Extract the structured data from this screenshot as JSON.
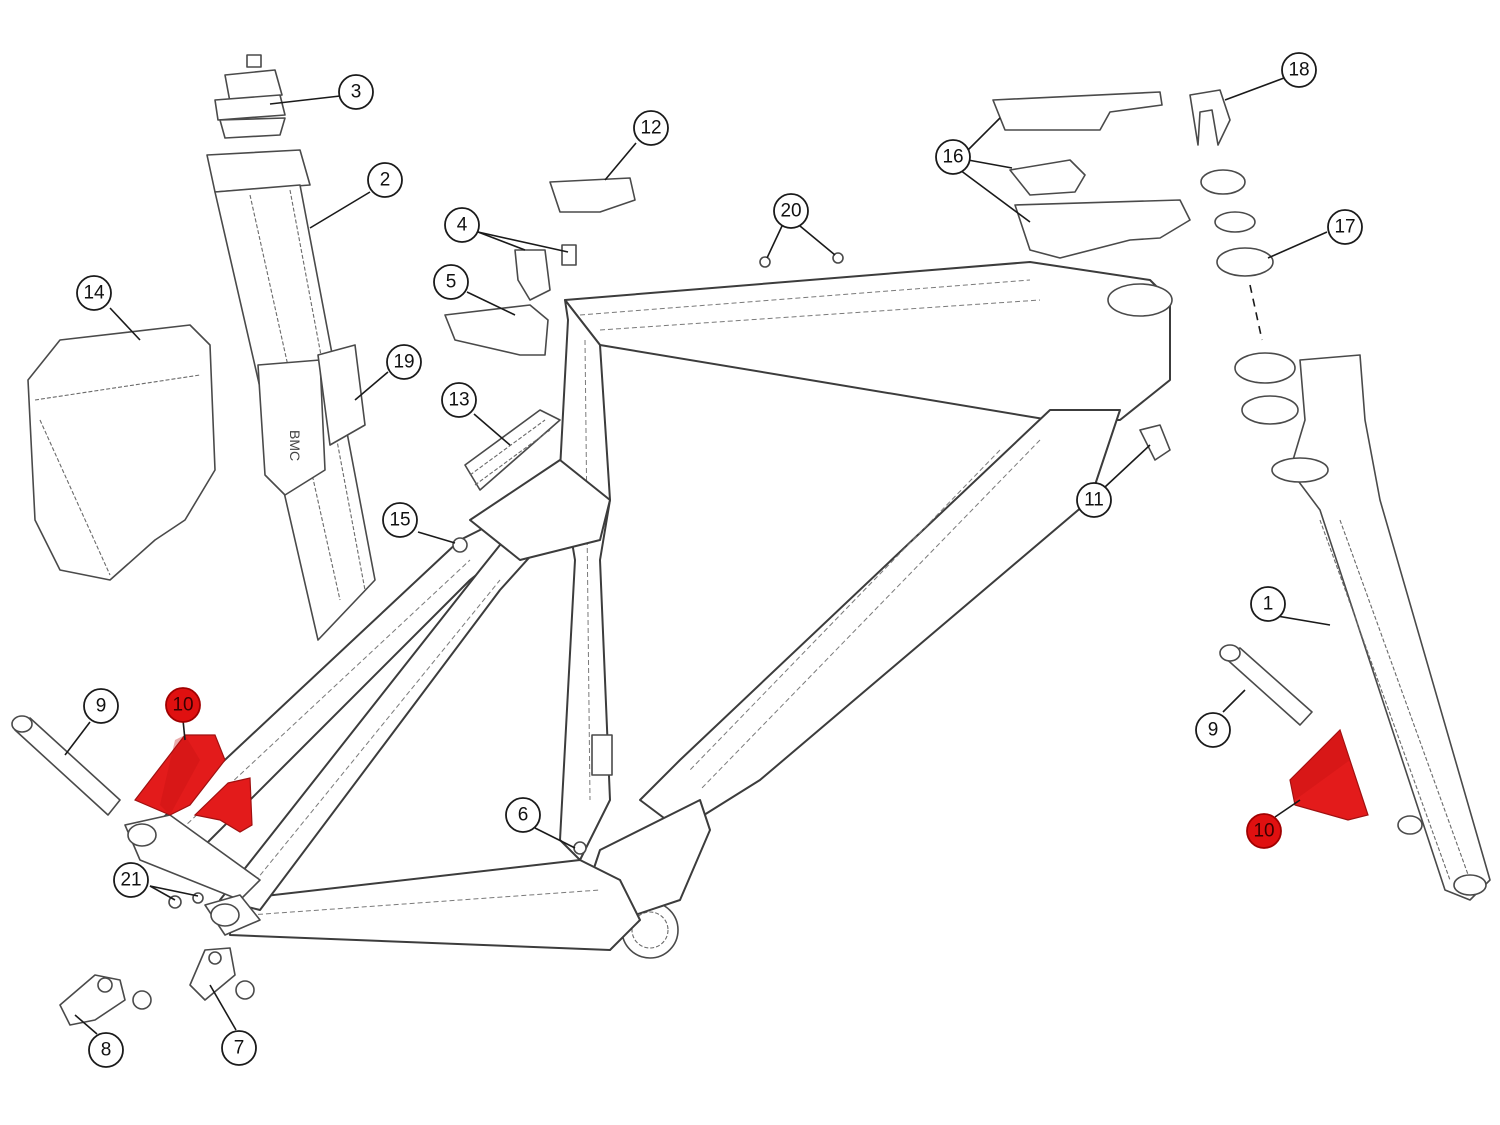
{
  "diagram": {
    "type": "exploded-parts-diagram",
    "subject": "bicycle frame",
    "highlight_color": "#e31b1b",
    "callouts": [
      {
        "id": "c1",
        "label": "1",
        "highlighted": false
      },
      {
        "id": "c2",
        "label": "2",
        "highlighted": false
      },
      {
        "id": "c3",
        "label": "3",
        "highlighted": false
      },
      {
        "id": "c4",
        "label": "4",
        "highlighted": false
      },
      {
        "id": "c5",
        "label": "5",
        "highlighted": false
      },
      {
        "id": "c6",
        "label": "6",
        "highlighted": false
      },
      {
        "id": "c7",
        "label": "7",
        "highlighted": false
      },
      {
        "id": "c8",
        "label": "8",
        "highlighted": false
      },
      {
        "id": "c9a",
        "label": "9",
        "highlighted": false
      },
      {
        "id": "c9b",
        "label": "9",
        "highlighted": false
      },
      {
        "id": "c10a",
        "label": "10",
        "highlighted": true
      },
      {
        "id": "c10b",
        "label": "10",
        "highlighted": true
      },
      {
        "id": "c11",
        "label": "11",
        "highlighted": false
      },
      {
        "id": "c12",
        "label": "12",
        "highlighted": false
      },
      {
        "id": "c13",
        "label": "13",
        "highlighted": false
      },
      {
        "id": "c14",
        "label": "14",
        "highlighted": false
      },
      {
        "id": "c15",
        "label": "15",
        "highlighted": false
      },
      {
        "id": "c16",
        "label": "16",
        "highlighted": false
      },
      {
        "id": "c17",
        "label": "17",
        "highlighted": false
      },
      {
        "id": "c18",
        "label": "18",
        "highlighted": false
      },
      {
        "id": "c19",
        "label": "19",
        "highlighted": false
      },
      {
        "id": "c20",
        "label": "20",
        "highlighted": false
      },
      {
        "id": "c21",
        "label": "21",
        "highlighted": false
      }
    ],
    "seatpost_logo_text": "BMC"
  }
}
